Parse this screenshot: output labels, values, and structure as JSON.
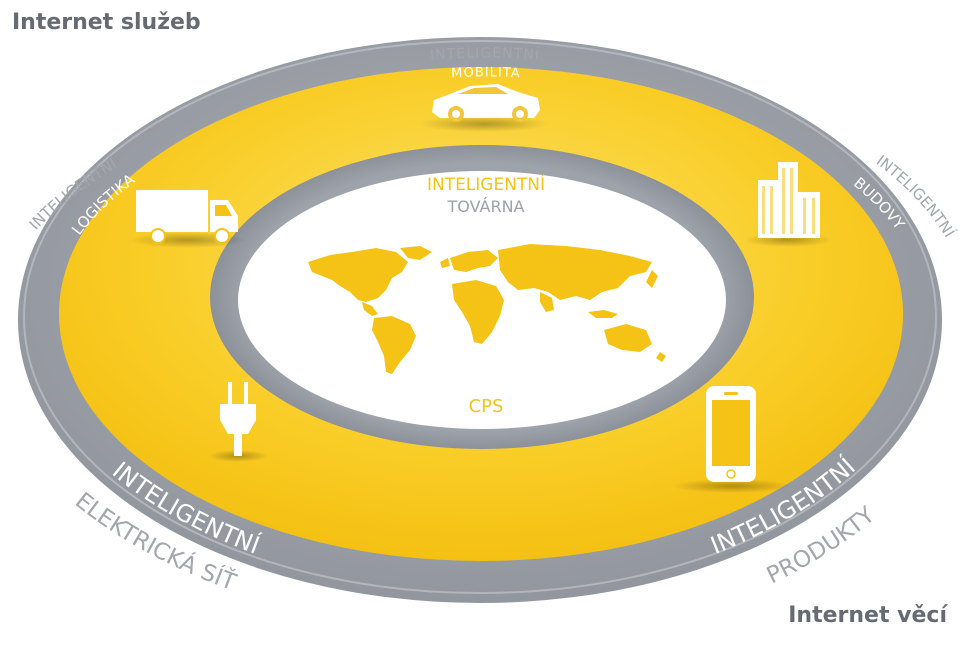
{
  "titles": {
    "top_left": "Internet služeb",
    "bottom_right": "Internet věcí"
  },
  "center": {
    "line1": "INTELIGENTNÍ",
    "line2": "TOVÁRNA",
    "label": "CPS"
  },
  "segments": {
    "mobility": {
      "outer": "INTELIGENTNÍ",
      "inner": "MOBILITA",
      "icon": "car-icon"
    },
    "logistics": {
      "outer": "INTELIGENTNÍ",
      "inner": "LOGISTIKA",
      "icon": "truck-icon"
    },
    "buildings": {
      "outer": "INTELIGENTNÍ",
      "inner": "BUDOVY",
      "icon": "buildings-icon"
    },
    "grid": {
      "outer": "ELEKTRICKÁ SÍŤ",
      "inner": "INTELIGENTNÍ",
      "icon": "plug-icon"
    },
    "products": {
      "outer": "PRODUKTY",
      "inner": "INTELIGENTNÍ",
      "icon": "smartphone-icon"
    }
  },
  "colors": {
    "yellow": "#f8c81c",
    "yellow_light": "#fcd94a",
    "gray_ring": "#9da1a9",
    "gray_text": "#a3a6ad",
    "white": "#ffffff",
    "title": "#666a72"
  }
}
